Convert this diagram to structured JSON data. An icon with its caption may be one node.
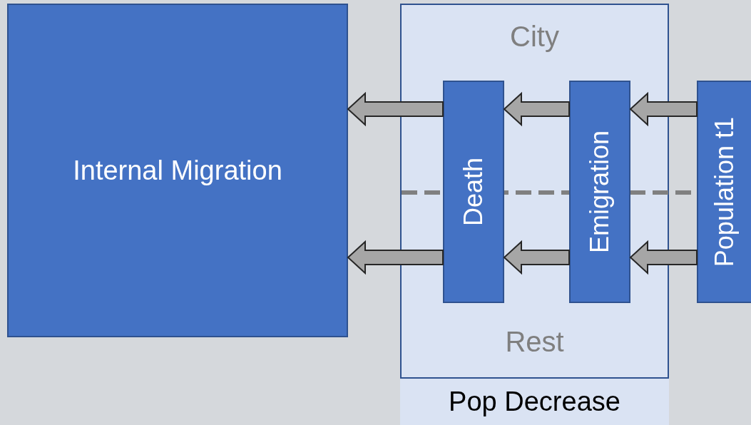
{
  "diagram": {
    "nodes": [
      {
        "text": [
          "Internal Migration"
        ]
      },
      {
        "text": [
          "City",
          "Rest"
        ]
      },
      {
        "text": [
          "Death"
        ],
        "in": 1
      },
      {
        "text": [
          "Emigration"
        ],
        "in": 1
      },
      {
        "text": [
          "Population t1"
        ]
      },
      {
        "text": [
          "Pop Decrease"
        ],
        "in": 1
      }
    ],
    "edges": [
      {
        "from": 4,
        "to": 3,
        "arrow": "to"
      },
      {
        "from": 4,
        "to": 3,
        "arrow": "to"
      },
      {
        "from": 3,
        "to": 2,
        "arrow": "to"
      },
      {
        "from": 3,
        "to": 2,
        "arrow": "to"
      },
      {
        "from": 2,
        "to": 0,
        "arrow": "to"
      },
      {
        "from": 2,
        "to": 0,
        "arrow": "to"
      }
    ]
  }
}
